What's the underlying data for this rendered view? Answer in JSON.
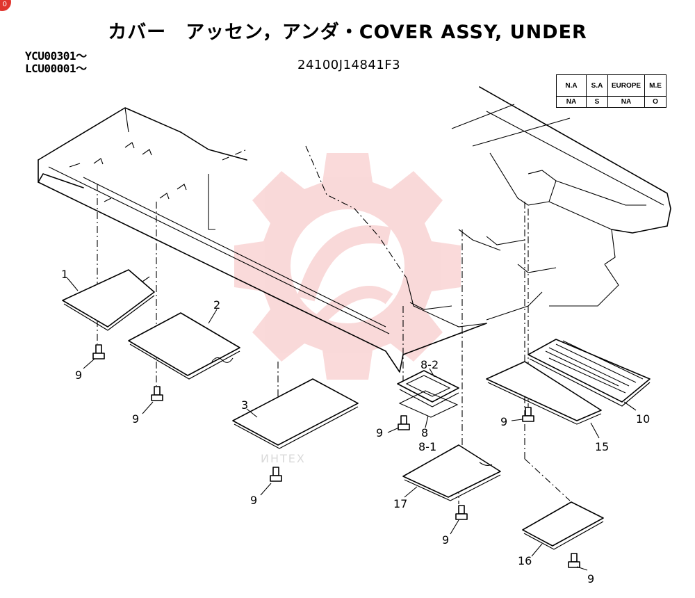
{
  "title": "カバー　アッセン，アンダ・COVER ASSY, UNDER",
  "serials": [
    "YCU00301～",
    "LCU00001～"
  ],
  "part_number": "24100J14841F3",
  "region_table": {
    "headers": [
      "N.A",
      "S.A",
      "EUROPE",
      "M.E"
    ],
    "values": [
      "NA",
      "S",
      "NA",
      "O"
    ]
  },
  "watermark": {
    "text": "ИНТЕХ",
    "color": "#f2a7a7"
  },
  "part_labels": {
    "p1": "1",
    "p2": "2",
    "p3": "3",
    "p8": "8",
    "p8_1": "8-1",
    "p8_2": "8-2",
    "p9": "9",
    "p10": "10",
    "p15": "15",
    "p16": "16",
    "p17": "17"
  },
  "colors": {
    "line": "#000000",
    "badge": "#e0352e"
  }
}
